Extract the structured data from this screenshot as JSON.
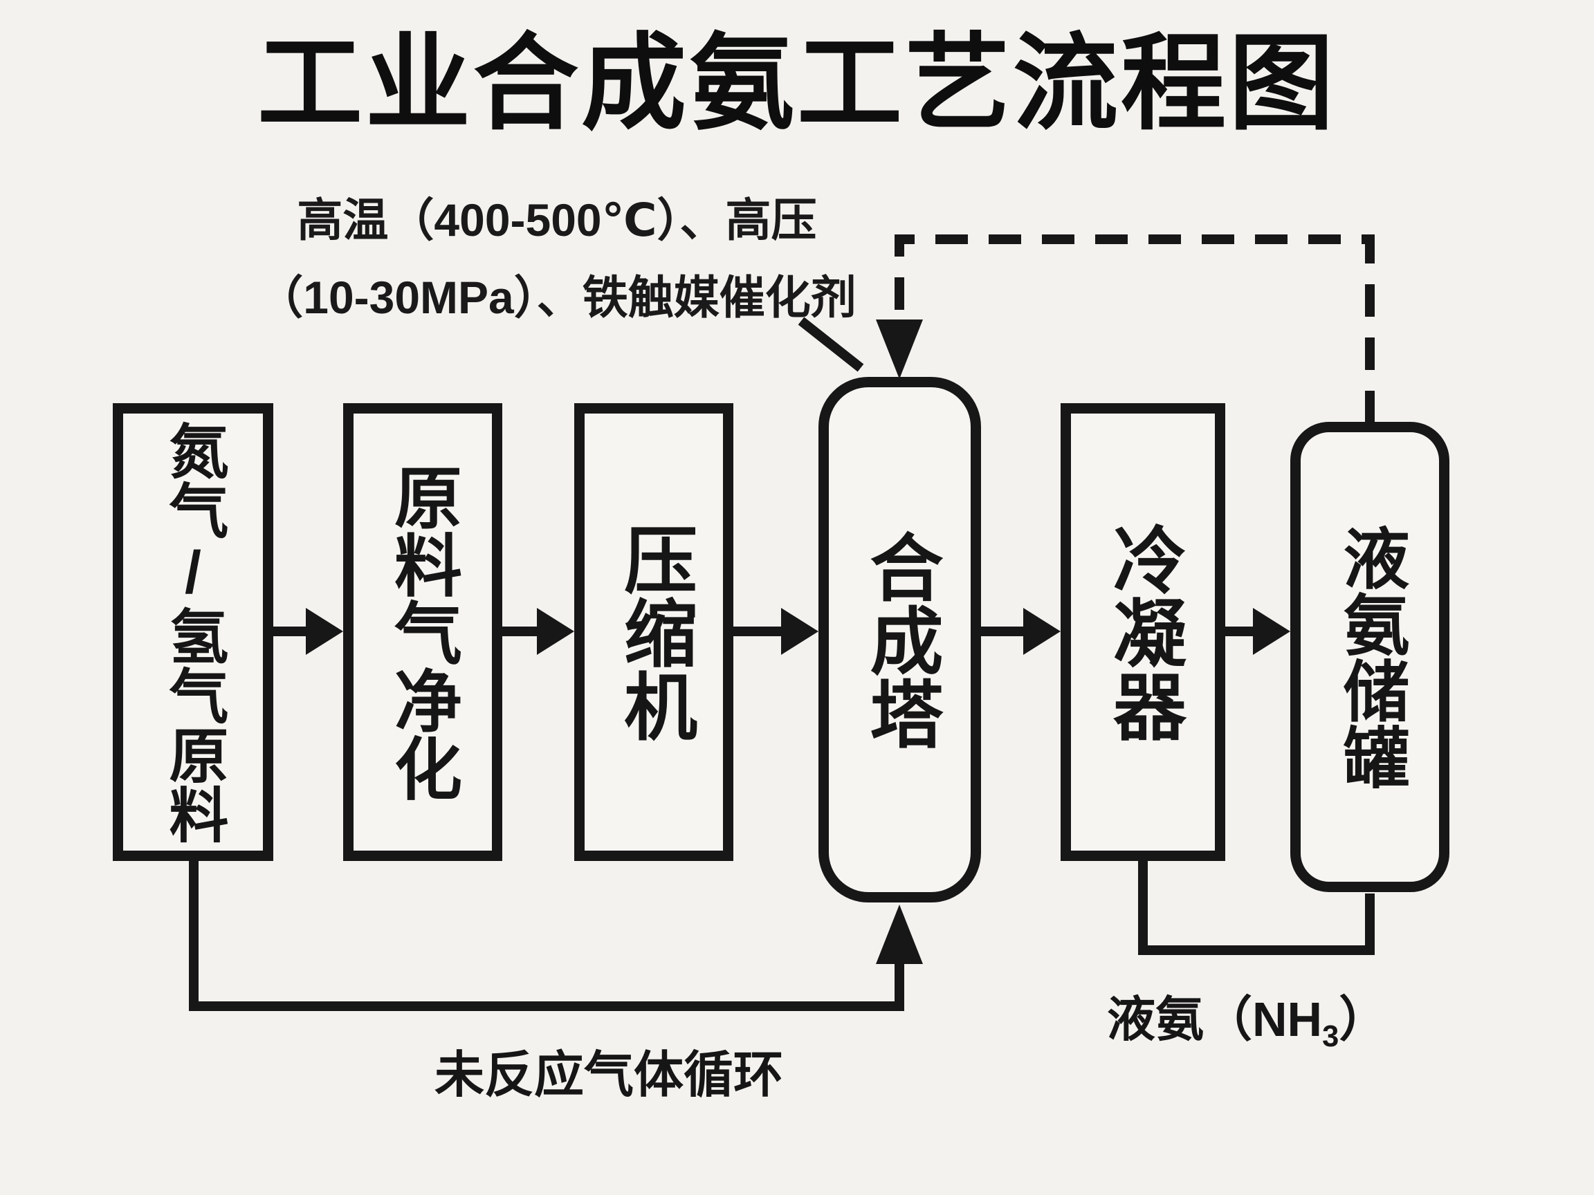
{
  "page": {
    "title": "工业合成氨工艺流程图",
    "background_color": "#f4f2ef",
    "line_color": "#171717"
  },
  "conditions": {
    "lines": [
      "高温（400-500℃）、高压",
      "（10-30MPa）、铁触媒催化剂"
    ]
  },
  "nodes": [
    {
      "id": "feed",
      "label": "氮气/氢气原料",
      "shape": "rect"
    },
    {
      "id": "purify",
      "label": "原料气净化",
      "shape": "rect"
    },
    {
      "id": "compressor",
      "label": "压缩机",
      "shape": "rect"
    },
    {
      "id": "tower",
      "label": "合成塔",
      "shape": "rounded"
    },
    {
      "id": "condenser",
      "label": "冷凝器",
      "shape": "rect"
    },
    {
      "id": "tank",
      "label": "液氨储罐",
      "shape": "rounded"
    }
  ],
  "flow_labels": {
    "unreacted_gas_recycle": "未反应气体循环",
    "liquid_ammonia": {
      "prefix": "液氨（NH",
      "subscript": "3",
      "suffix": "）"
    }
  }
}
